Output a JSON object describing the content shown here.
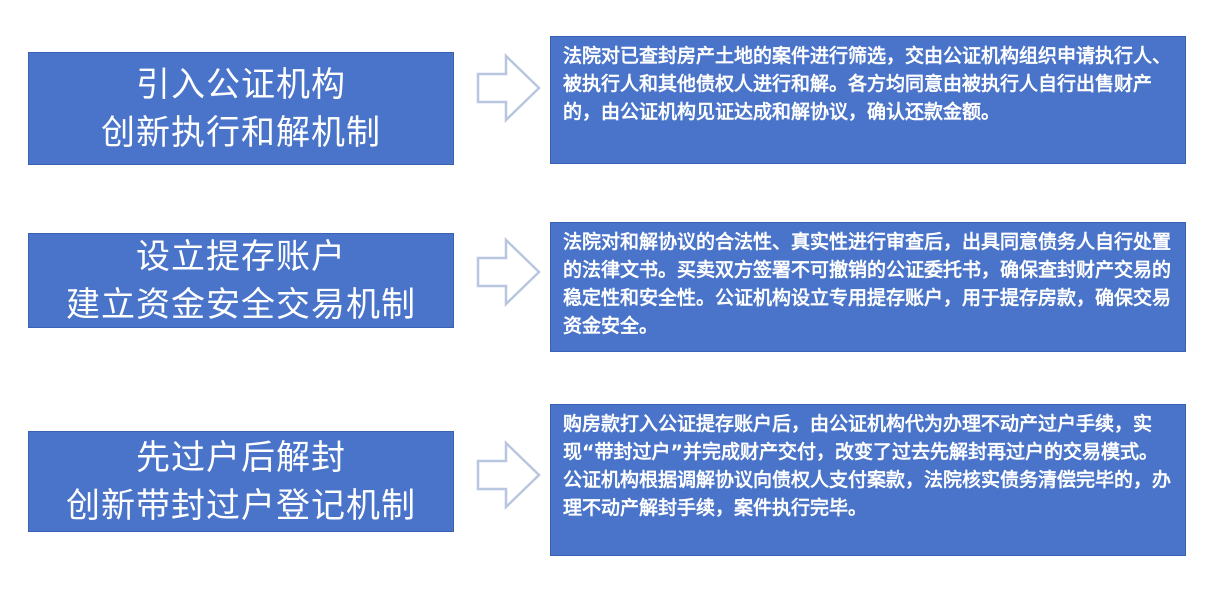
{
  "steps": [
    {
      "title_line1": "引入公证机构",
      "title_line2": "创新执行和解机制",
      "description": "法院对已查封房产土地的案件进行筛选，交由公证机构组织申请执行人、被执行人和其他债权人进行和解。各方均同意由被执行人自行出售财产的，由公证机构见证达成和解协议，确认还款金额。"
    },
    {
      "title_line1": "设立提存账户",
      "title_line2": "建立资金安全交易机制",
      "description": "法院对和解协议的合法性、真实性进行审查后，出具同意债务人自行处置的法律文书。买卖双方签署不可撤销的公证委托书，确保查封财产交易的稳定性和安全性。公证机构设立专用提存账户，用于提存房款，确保交易资金安全。"
    },
    {
      "title_line1": "先过户后解封",
      "title_line2": "创新带封过户登记机制",
      "description": "购房款打入公证提存账户后，由公证机构代为办理不动产过户手续，实现“带封过户”并完成财产交付，改变了过去先解封再过户的交易模式。公证机构根据调解协议向债权人支付案款，法院核实债务清偿完毕的，办理不动产解封手续，案件执行完毕。"
    }
  ],
  "colors": {
    "box_fill": "#4a74c9",
    "box_border": "#3a62b3",
    "arrow_outline": "#b8c6e0",
    "text": "#ffffff"
  },
  "icons": {
    "arrow": "chevron-right-arrow-icon"
  }
}
